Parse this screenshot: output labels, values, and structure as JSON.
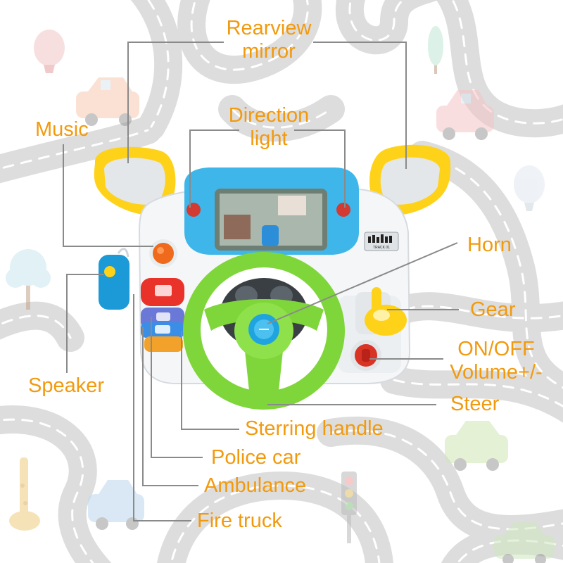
{
  "product": "toy steering wheel dashboard",
  "labels": {
    "rearview_mirror_line1": "Rearview",
    "rearview_mirror_line2": "mirror",
    "music": "Music",
    "direction_light_line1": "Direction",
    "direction_light_line2": "light",
    "horn": "Horn",
    "gear": "Gear",
    "on_off": "ON/OFF",
    "volume": "Volume+/-",
    "steer": "Steer",
    "speaker": "Speaker",
    "sterring_handle": "Sterring handle",
    "police_car": "Police car",
    "ambulance": "Ambulance",
    "fire_truck": "Fire truck"
  },
  "screen_text": "TRACK 01",
  "colors": {
    "label": "#f29a0e",
    "leader_line": "#8a8a8a",
    "road": "#dcdcdc",
    "road_dash": "#ffffff",
    "steering_wheel": "#7fd63a",
    "hub": "#1fa4e0",
    "dash_frame": "#3fb6ea",
    "mirror_yellow": "#ffd21a",
    "console_body": "#f4f6f8",
    "speaker_button": "#1c9ad8",
    "music_button": "#ef6a1c",
    "fire_truck_button": "#e8322a",
    "police_button": "#6a78d8",
    "ambulance_button": "#3a8ee6"
  },
  "decorations": [
    "hot-air-balloon-icon",
    "tree-icon",
    "giraffe-icon",
    "traffic-light-icon",
    "car-icon"
  ]
}
